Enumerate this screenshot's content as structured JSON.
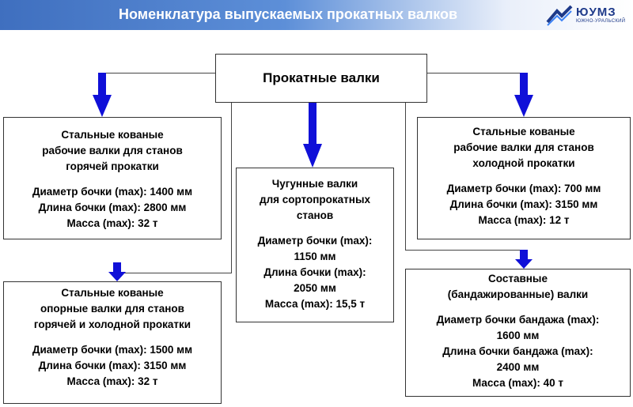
{
  "header": {
    "title": "Номенклатура выпускаемых прокатных валков",
    "logo_text": "ЮУМЗ",
    "logo_sub": "ЮЖНО-УРАЛЬСКИЙ"
  },
  "diagram": {
    "root": "Прокатные валки",
    "nodes": [
      {
        "title_lines": [
          "Стальные кованые",
          "рабочие валки для станов",
          "горячей прокатки"
        ],
        "specs": [
          "Диаметр бочки (max): 1400 мм",
          "Длина бочки (max): 2800 мм",
          "Масса (max): 32 т"
        ]
      },
      {
        "title_lines": [
          "Стальные кованые",
          "опорные валки для станов",
          "горячей и холодной прокатки"
        ],
        "specs": [
          "Диаметр бочки (max): 1500 мм",
          "Длина бочки (max): 3150 мм",
          "Масса (max): 32 т"
        ]
      },
      {
        "title_lines": [
          "Чугунные валки",
          "для сортопрокатных",
          "станов"
        ],
        "specs": [
          "Диаметр бочки (max):",
          "1150 мм",
          "Длина бочки (max):",
          "2050 мм",
          "Масса (max): 15,5 т"
        ]
      },
      {
        "title_lines": [
          "Стальные кованые",
          "рабочие валки для станов",
          "холодной прокатки"
        ],
        "specs": [
          "Диаметр бочки (max): 700 мм",
          "Длина бочки (max): 3150 мм",
          "Масса (max): 12 т"
        ]
      },
      {
        "title_lines": [
          "Составные",
          "(бандажированные) валки"
        ],
        "specs": [
          "Диаметр бочки бандажа (max):",
          "1600 мм",
          "Длина бочки бандажа (max):",
          "2400 мм",
          "Масса (max): 40 т"
        ]
      }
    ]
  }
}
